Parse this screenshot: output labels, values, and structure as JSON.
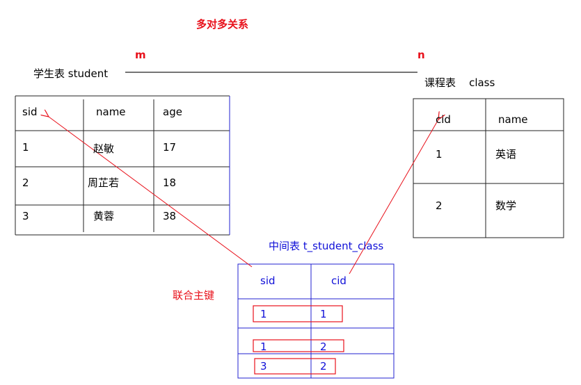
{
  "title": "多对多关系",
  "colors": {
    "accent_red": "#e8101a",
    "accent_blue": "#1010d8",
    "line_gray": "#222222"
  },
  "student": {
    "label": "学生表  student",
    "multiplicity": "m",
    "columns": [
      "sid",
      "name",
      "age"
    ],
    "rows": [
      [
        "1",
        "赵敏",
        "17"
      ],
      [
        "2",
        "周芷若",
        "18"
      ],
      [
        "3",
        "黄蓉",
        "38"
      ]
    ]
  },
  "class_table": {
    "label": "课程表    class",
    "multiplicity": "n",
    "columns": [
      "cid",
      "name"
    ],
    "rows": [
      [
        "1",
        "英语"
      ],
      [
        "2",
        "数学"
      ]
    ]
  },
  "middle": {
    "label": "中间表  t_student_class",
    "columns": [
      "sid",
      "cid"
    ],
    "rows": [
      [
        "1",
        "1"
      ],
      [
        "1",
        "2"
      ],
      [
        "3",
        "2"
      ]
    ]
  },
  "composite_key_label": "联合主键"
}
